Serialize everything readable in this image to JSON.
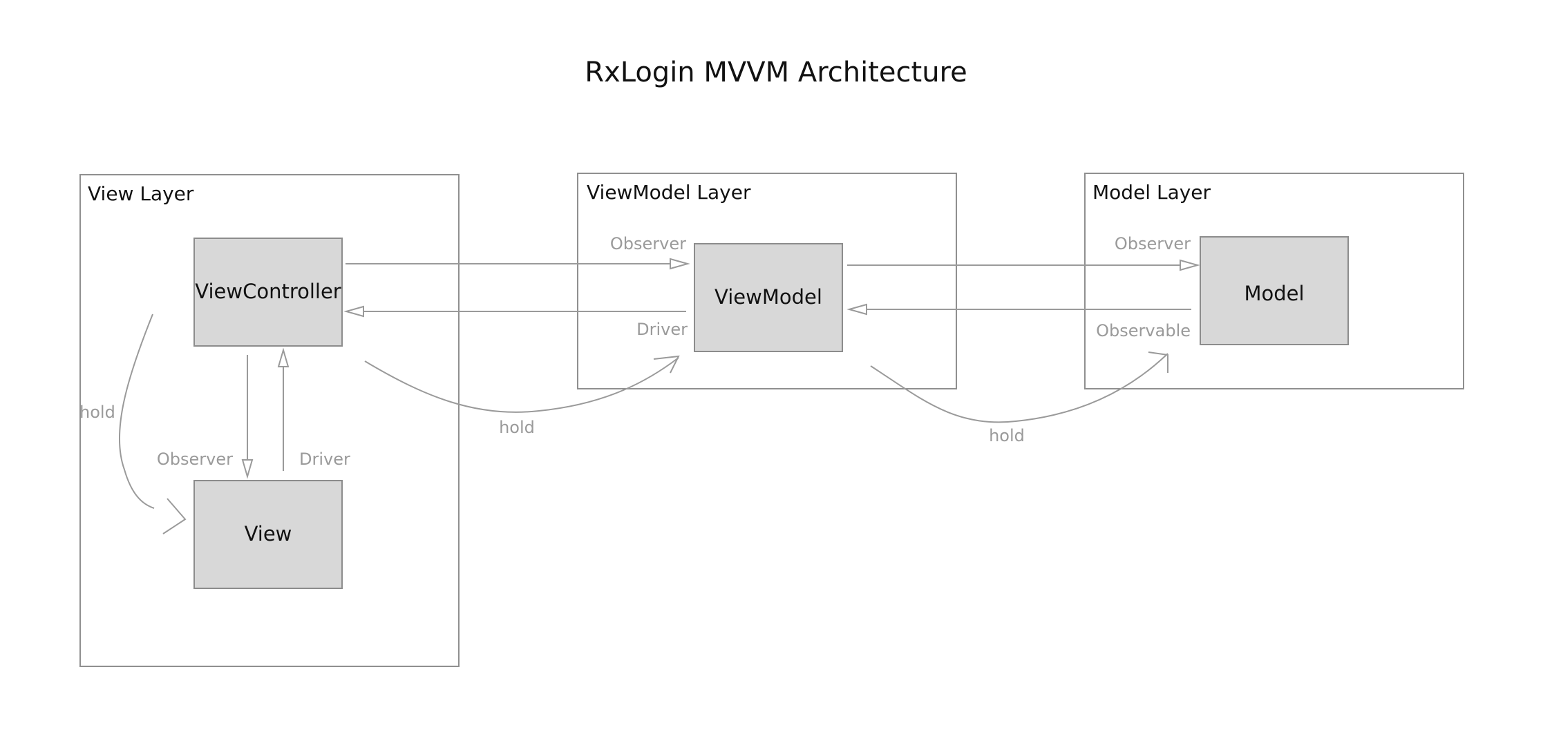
{
  "title": "RxLogin MVVM Architecture",
  "layers": {
    "view": {
      "label": "View Layer"
    },
    "viewmodel": {
      "label": "ViewModel Layer"
    },
    "model": {
      "label": "Model Layer"
    }
  },
  "nodes": {
    "viewcontroller": {
      "label": "ViewController"
    },
    "view": {
      "label": "View"
    },
    "viewmodel": {
      "label": "ViewModel"
    },
    "model": {
      "label": "Model"
    }
  },
  "edges": {
    "vc_to_vm": {
      "label": "Observer"
    },
    "vm_to_vc": {
      "label": "Driver"
    },
    "vm_to_model": {
      "label": "Observer"
    },
    "model_to_vm": {
      "label": "Observable"
    },
    "vc_to_view": {
      "label": "Observer"
    },
    "view_to_vc": {
      "label": "Driver"
    },
    "hold_vc_view": {
      "label": "hold"
    },
    "hold_vc_vm": {
      "label": "hold"
    },
    "hold_vm_model": {
      "label": "hold"
    }
  },
  "colors": {
    "node_fill": "#d8d8d8",
    "line": "#9a9a9a",
    "text": "#111111",
    "label": "#9a9a9a"
  }
}
